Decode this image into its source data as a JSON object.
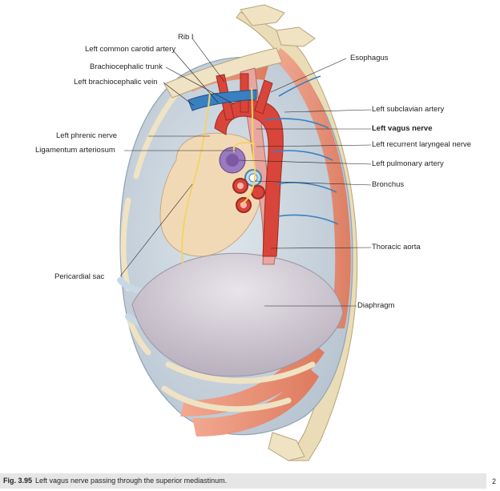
{
  "labels": {
    "rib1": "Rib I",
    "left_common_carotid": "Left common carotid artery",
    "brachiocephalic_trunk": "Brachiocephalic trunk",
    "left_brachiocephalic_vein": "Left brachiocephalic vein",
    "left_phrenic_nerve": "Left phrenic nerve",
    "ligamentum_arteriosum": "Ligamentum arteriosum",
    "pericardial_sac": "Pericardial sac",
    "esophagus": "Esophagus",
    "left_subclavian_artery": "Left subclavian artery",
    "left_vagus_nerve": "Left vagus nerve",
    "left_recurrent_laryngeal_nerve": "Left recurrent laryngeal nerve",
    "left_pulmonary_artery": "Left pulmonary artery",
    "bronchus": "Bronchus",
    "thoracic_aorta": "Thoracic aorta",
    "diaphragm": "Diaphragm"
  },
  "caption": {
    "number": "Fig. 3.95",
    "text": "Left vagus nerve passing through the superior mediastinum."
  },
  "page_number": "2",
  "colors": {
    "muscle": "#e8876a",
    "bone": "#efe3c3",
    "artery": "#d9453a",
    "vein": "#3a7fc0",
    "nerve": "#f2d36b",
    "pleura": "#c9d8e6",
    "caption_bg": "#e6e6e6"
  }
}
